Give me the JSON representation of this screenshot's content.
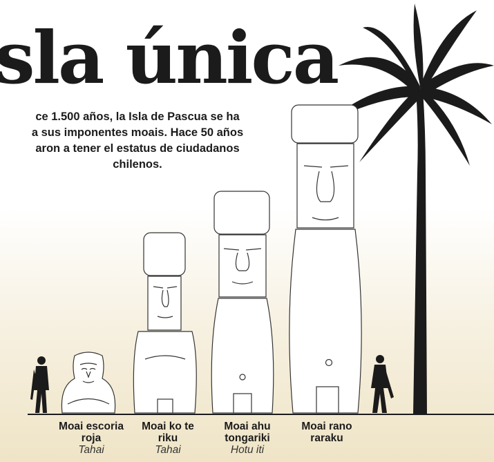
{
  "title": "sla única",
  "intro": [
    "ce 1.500 años, la Isla de Pascua se ha",
    "a sus imponentes moais. Hace 50 años",
    "aron a tener el estatus de ciudadanos",
    "chilenos."
  ],
  "moais": [
    {
      "name_line1": "Moai escoria",
      "name_line2": "roja",
      "place": "Tahai"
    },
    {
      "name_line1": "Moai ko te",
      "name_line2": "riku",
      "place": "Tahai"
    },
    {
      "name_line1": "Moai ahu",
      "name_line2": "tongariki",
      "place": "Hotu iti"
    },
    {
      "name_line1": "Moai rano",
      "name_line2": "raraku",
      "place": ""
    }
  ],
  "colors": {
    "ink": "#1c1b1b",
    "outline": "#3a3a3a",
    "sand": "#efe4c6"
  },
  "icons": [
    "palm-tree-icon",
    "human-figure-icon",
    "moai-icon"
  ]
}
